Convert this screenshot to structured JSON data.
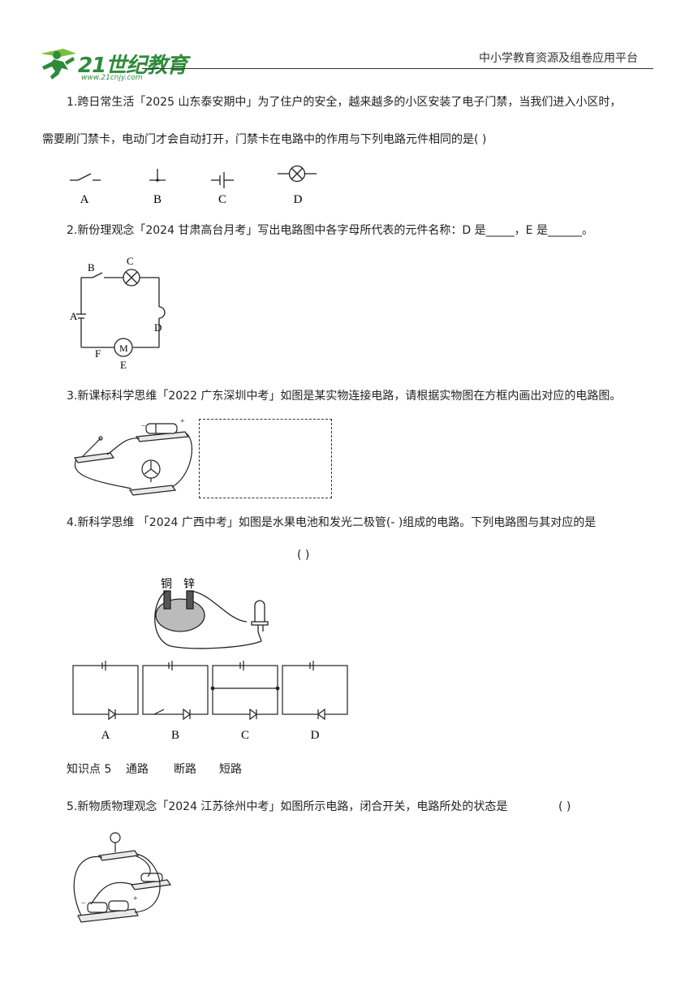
{
  "header": {
    "logo_text": "21世纪教育",
    "logo_url": "www.21cnjy.com",
    "platform": "中小学教育资源及组卷应用平台"
  },
  "q1": {
    "line1": "1.跨日常生活「2025 山东泰安期中」为了住户的安全，越来越多的小区安装了电子门禁，当我们进入小区时，",
    "line2": "需要刷门禁卡，电动门才会自动打开，门禁卡在电路中的作用与下列电路元件相同的是(      )",
    "options": [
      "A",
      "B",
      "C",
      "D"
    ]
  },
  "q2": {
    "text": "2.新份理观念「2024 甘肃高台月考」写出电路图中各字母所代表的元件名称：D 是_____，E 是______。",
    "labels": [
      "A",
      "B",
      "C",
      "D",
      "E",
      "F",
      "M"
    ]
  },
  "q3": {
    "text": "3.新课标科学思维「2022 广东深圳中考」如图是某实物连接电路，请根据实物图在方框内画出对应的电路图。"
  },
  "q4": {
    "text": "4.新科学思维  「2024 广西中考」如图是水果电池和发光二极管(-    )组成的电路。下列电路图与其对应的是",
    "bracket": "(      )",
    "electrode_cu": "铜",
    "electrode_zn": "锌",
    "options": [
      "A",
      "B",
      "C",
      "D"
    ]
  },
  "knowledge": {
    "label": "知识点 5",
    "items": [
      "通路",
      "断路",
      "短路"
    ]
  },
  "q5": {
    "text": "5.新物质物理观念「2024 江苏徐州中考」如图所示电路，闭合开关，电路所处的状态是",
    "bracket": "(      )"
  }
}
